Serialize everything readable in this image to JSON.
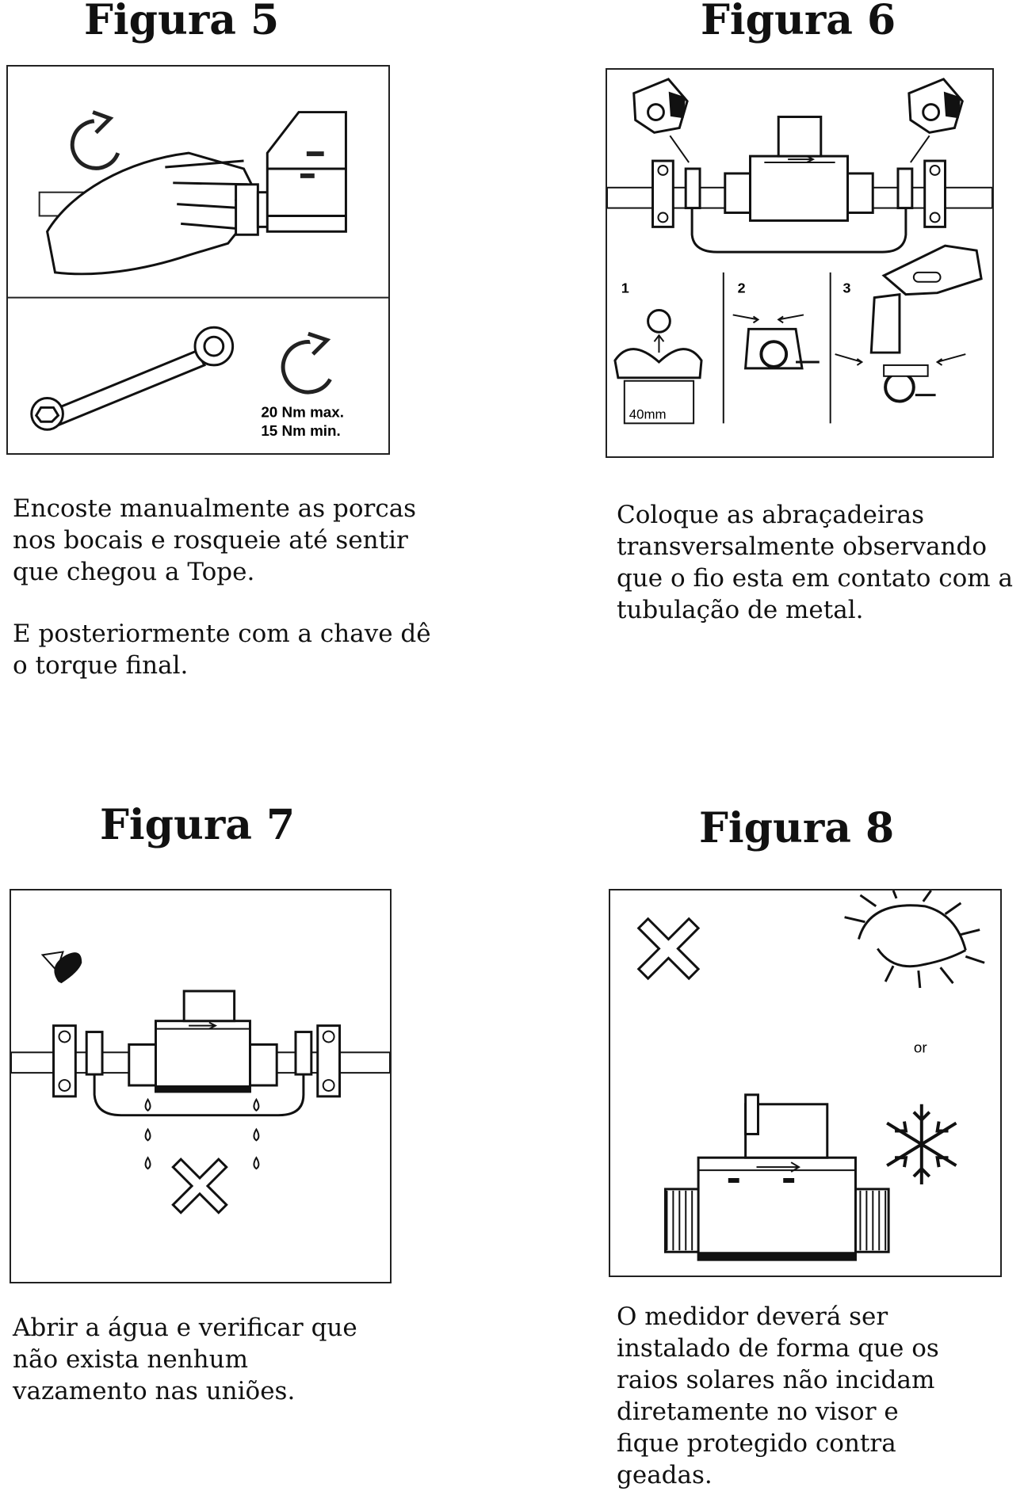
{
  "figures": [
    {
      "title": "Figura 5",
      "torque_max": "20 Nm max.",
      "torque_min": "15 Nm min.",
      "caption_1": "Encoste manualmente as porcas nos bocais e rosqueie até sentir que chegou a Tope.",
      "caption_2": "E posteriormente com a chave dê o torque final."
    },
    {
      "title": "Figura 6",
      "step_1": "1",
      "step_2": "2",
      "step_3": "3",
      "measure": "40mm",
      "caption": "Coloque as abraçadeiras transversalmente observando que o fio esta em contato com a tubulação de metal."
    },
    {
      "title": "Figura 7",
      "caption": "Abrir a água e verificar que não exista nenhum vazamento nas uniões."
    },
    {
      "title": "Figura 8",
      "or_label": "or",
      "caption": "O medidor deverá ser instalado de forma que os raios solares não incidam diretamente no visor e fique protegido contra geadas."
    }
  ]
}
